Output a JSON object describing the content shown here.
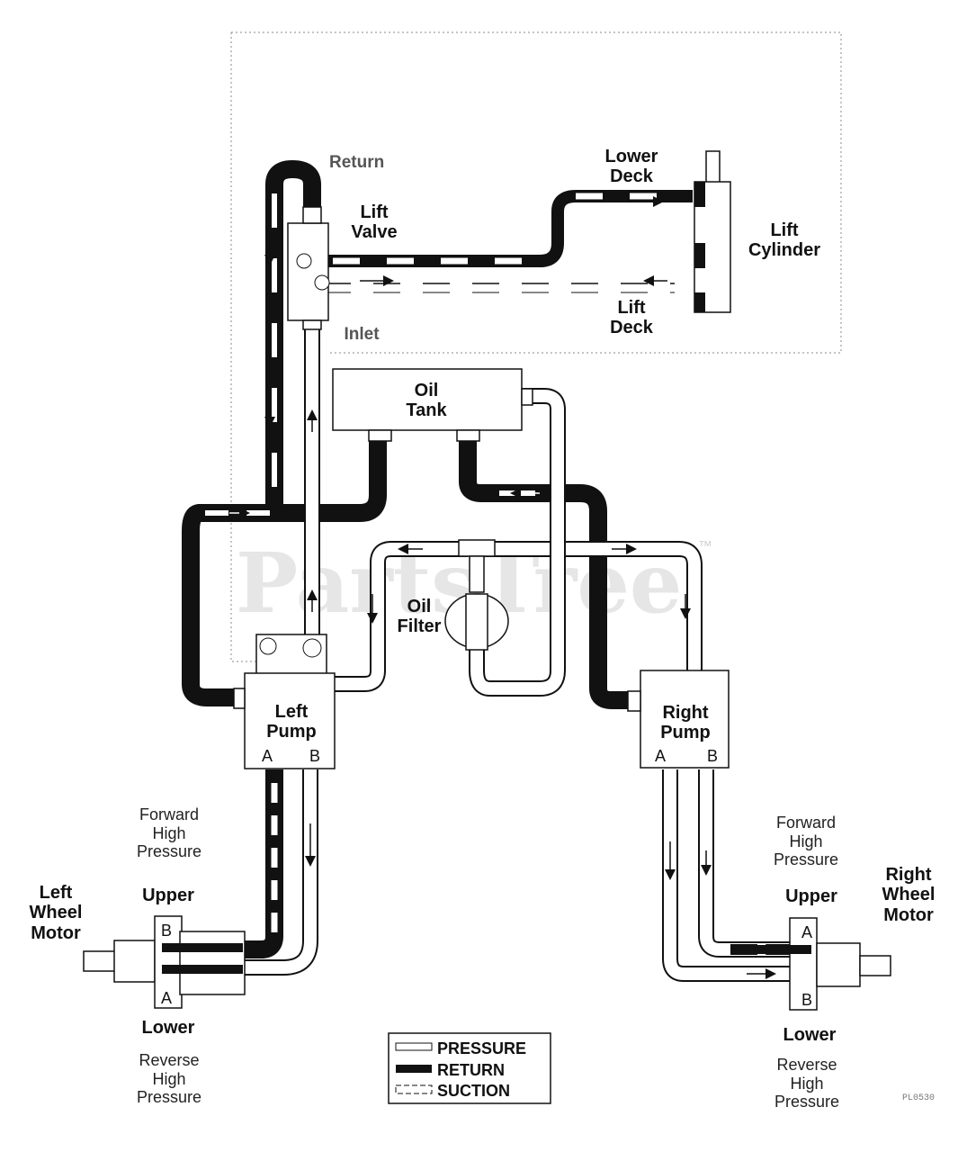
{
  "watermark": {
    "text": "PartsTree",
    "tm": "™"
  },
  "components": {
    "oil_tank": [
      "Oil",
      "Tank"
    ],
    "oil_filter": [
      "Oil",
      "Filter"
    ],
    "lift_valve": [
      "Lift",
      "Valve"
    ],
    "lift_cylinder": [
      "Lift",
      "Cylinder"
    ],
    "left_pump": [
      "Left",
      "Pump"
    ],
    "right_pump": [
      "Right",
      "Pump"
    ],
    "left_wheel_motor": [
      "Left",
      "Wheel",
      "Motor"
    ],
    "right_wheel_motor": [
      "Right",
      "Wheel",
      "Motor"
    ]
  },
  "labels": {
    "return": "Return",
    "inlet": "Inlet",
    "lower_deck": [
      "Lower",
      "Deck"
    ],
    "lift_deck": [
      "Lift",
      "Deck"
    ],
    "upper": "Upper",
    "lower": "Lower",
    "forward_high_pressure": [
      "Forward",
      "High",
      "Pressure"
    ],
    "reverse_high_pressure": [
      "Reverse",
      "High",
      "Pressure"
    ]
  },
  "ports": {
    "a": "A",
    "b": "B"
  },
  "legend": [
    {
      "key": "pressure",
      "label": "PRESSURE"
    },
    {
      "key": "return",
      "label": "RETURN"
    },
    {
      "key": "suction",
      "label": "SUCTION"
    }
  ],
  "figure_code": "PL0530"
}
